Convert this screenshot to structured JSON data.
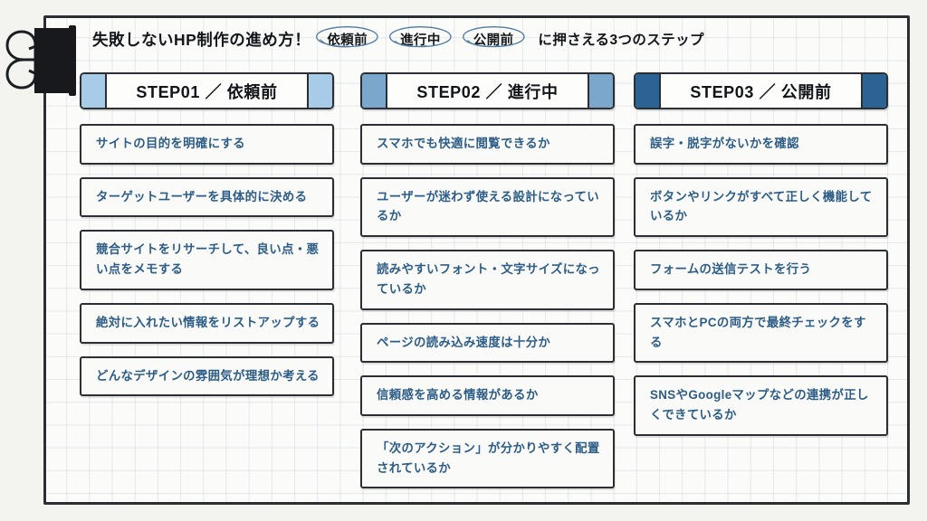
{
  "decor": {
    "binder_clip_icon": "binder-clip-icon",
    "frame_style": "grid-paper"
  },
  "header": {
    "title": "失敗しないHP制作の進め方！",
    "badges": [
      "依頼前",
      "進行中",
      "公開前"
    ],
    "suffix": "に押さえる3つのステップ"
  },
  "colors": {
    "accent_step1": "#a8cce8",
    "accent_step2": "#7ba7cd",
    "accent_step3": "#2b6394",
    "text_blue": "#2d5d86",
    "ink": "#2b2f33",
    "paper": "#fbfbf9"
  },
  "columns": [
    {
      "step_label": "STEP01 ／ 依頼前",
      "accent": "#a8cce8",
      "items": [
        "サイトの目的を明確にする",
        "ターゲットユーザーを具体的に決める",
        "競合サイトをリサーチして、良い点・悪い点をメモする",
        "絶対に入れたい情報をリストアップする",
        "どんなデザインの雰囲気が理想か考える"
      ]
    },
    {
      "step_label": "STEP02 ／ 進行中",
      "accent": "#7ba7cd",
      "items": [
        "スマホでも快適に閲覧できるか",
        "ユーザーが迷わず使える設計になっているか",
        "読みやすいフォント・文字サイズになっているか",
        "ページの読み込み速度は十分か",
        "信頼感を高める情報があるか",
        "「次のアクション」が分かりやすく配置されているか"
      ]
    },
    {
      "step_label": "STEP03 ／ 公開前",
      "accent": "#2b6394",
      "items": [
        "誤字・脱字がないかを確認",
        "ボタンやリンクがすべて正しく機能しているか",
        "フォームの送信テストを行う",
        "スマホとPCの両方で最終チェックをする",
        "SNSやGoogleマップなどの連携が正しくできているか"
      ]
    }
  ]
}
